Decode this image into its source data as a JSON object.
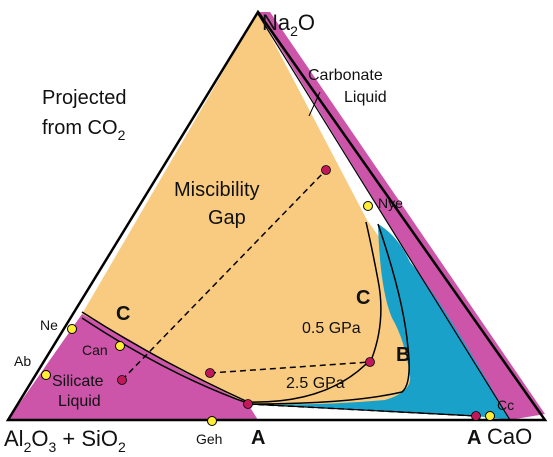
{
  "colors": {
    "miscibility_gap": "#F9CB80",
    "silicate_liquid_field": "#CC55AA",
    "carbonate_liquid_field": "#CC55AA",
    "blue_field": "#1AA1C9",
    "point_marker": "#FFEE33",
    "phase_point": "#C2185B",
    "outline": "#000000"
  },
  "vertices": {
    "top": {
      "main": "Na",
      "sub": "2",
      "tail": "O"
    },
    "left": {
      "p1": "Al",
      "s1": "2",
      "p2": "O",
      "s2": "3",
      "p3": " + SiO",
      "s3": "2"
    },
    "right": "CaO"
  },
  "projection_note": {
    "line1": "Projected",
    "line2_main": "from CO",
    "line2_sub": "2"
  },
  "fields": {
    "miscibility_gap_line1": "Miscibility",
    "miscibility_gap_line2": "Gap",
    "carbonate_liquid_line1": "Carbonate",
    "carbonate_liquid_line2": "Liquid",
    "silicate_liquid_line1": "Silicate",
    "silicate_liquid_line2": "Liquid"
  },
  "pressure_labels": {
    "low": "0.5 GPa",
    "high": "2.5 GPa"
  },
  "region_letters": {
    "c_left": "C",
    "c_right": "C",
    "b": "B",
    "a_left": "A",
    "a_right": "A"
  },
  "minerals": {
    "ne": "Ne",
    "ab": "Ab",
    "can": "Can",
    "nye": "Nye",
    "geh": "Geh",
    "cc": "Cc"
  }
}
